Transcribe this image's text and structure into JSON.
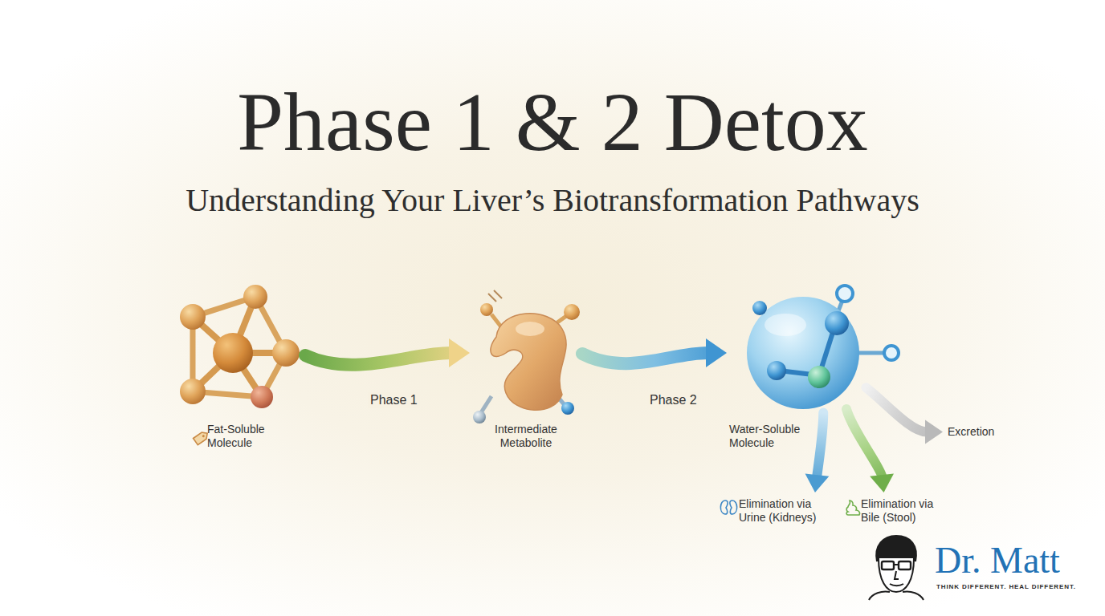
{
  "diagram": {
    "title": "Phase 1 & 2 Detox",
    "nodes": [
      {
        "text": [
          "Fat-Soluble Molecule"
        ]
      },
      {
        "text": [
          "Intermediate Metabolite"
        ]
      },
      {
        "text": [
          "Water-Soluble Molecule"
        ]
      },
      {
        "text": [
          "Excretion"
        ]
      },
      {
        "text": [
          "Elimination via Urine (Kidneys)"
        ]
      },
      {
        "text": [
          "Elimination via Bile (Stool)"
        ]
      }
    ],
    "edges": [
      {
        "from": 0,
        "to": 1,
        "label": "Phase 1",
        "arrow": "to"
      },
      {
        "from": 1,
        "to": 2,
        "label": "Phase 2",
        "arrow": "to"
      },
      {
        "from": 2,
        "to": 3,
        "arrow": "to"
      },
      {
        "from": 2,
        "to": 4,
        "arrow": "to"
      },
      {
        "from": 2,
        "to": 5,
        "arrow": "to"
      }
    ],
    "labels": [
      "Understanding Your Liver’s Biotransformation Pathways",
      "Dr. Matt",
      "THINK DIFFERENT. HEAL DIFFERENT."
    ]
  }
}
